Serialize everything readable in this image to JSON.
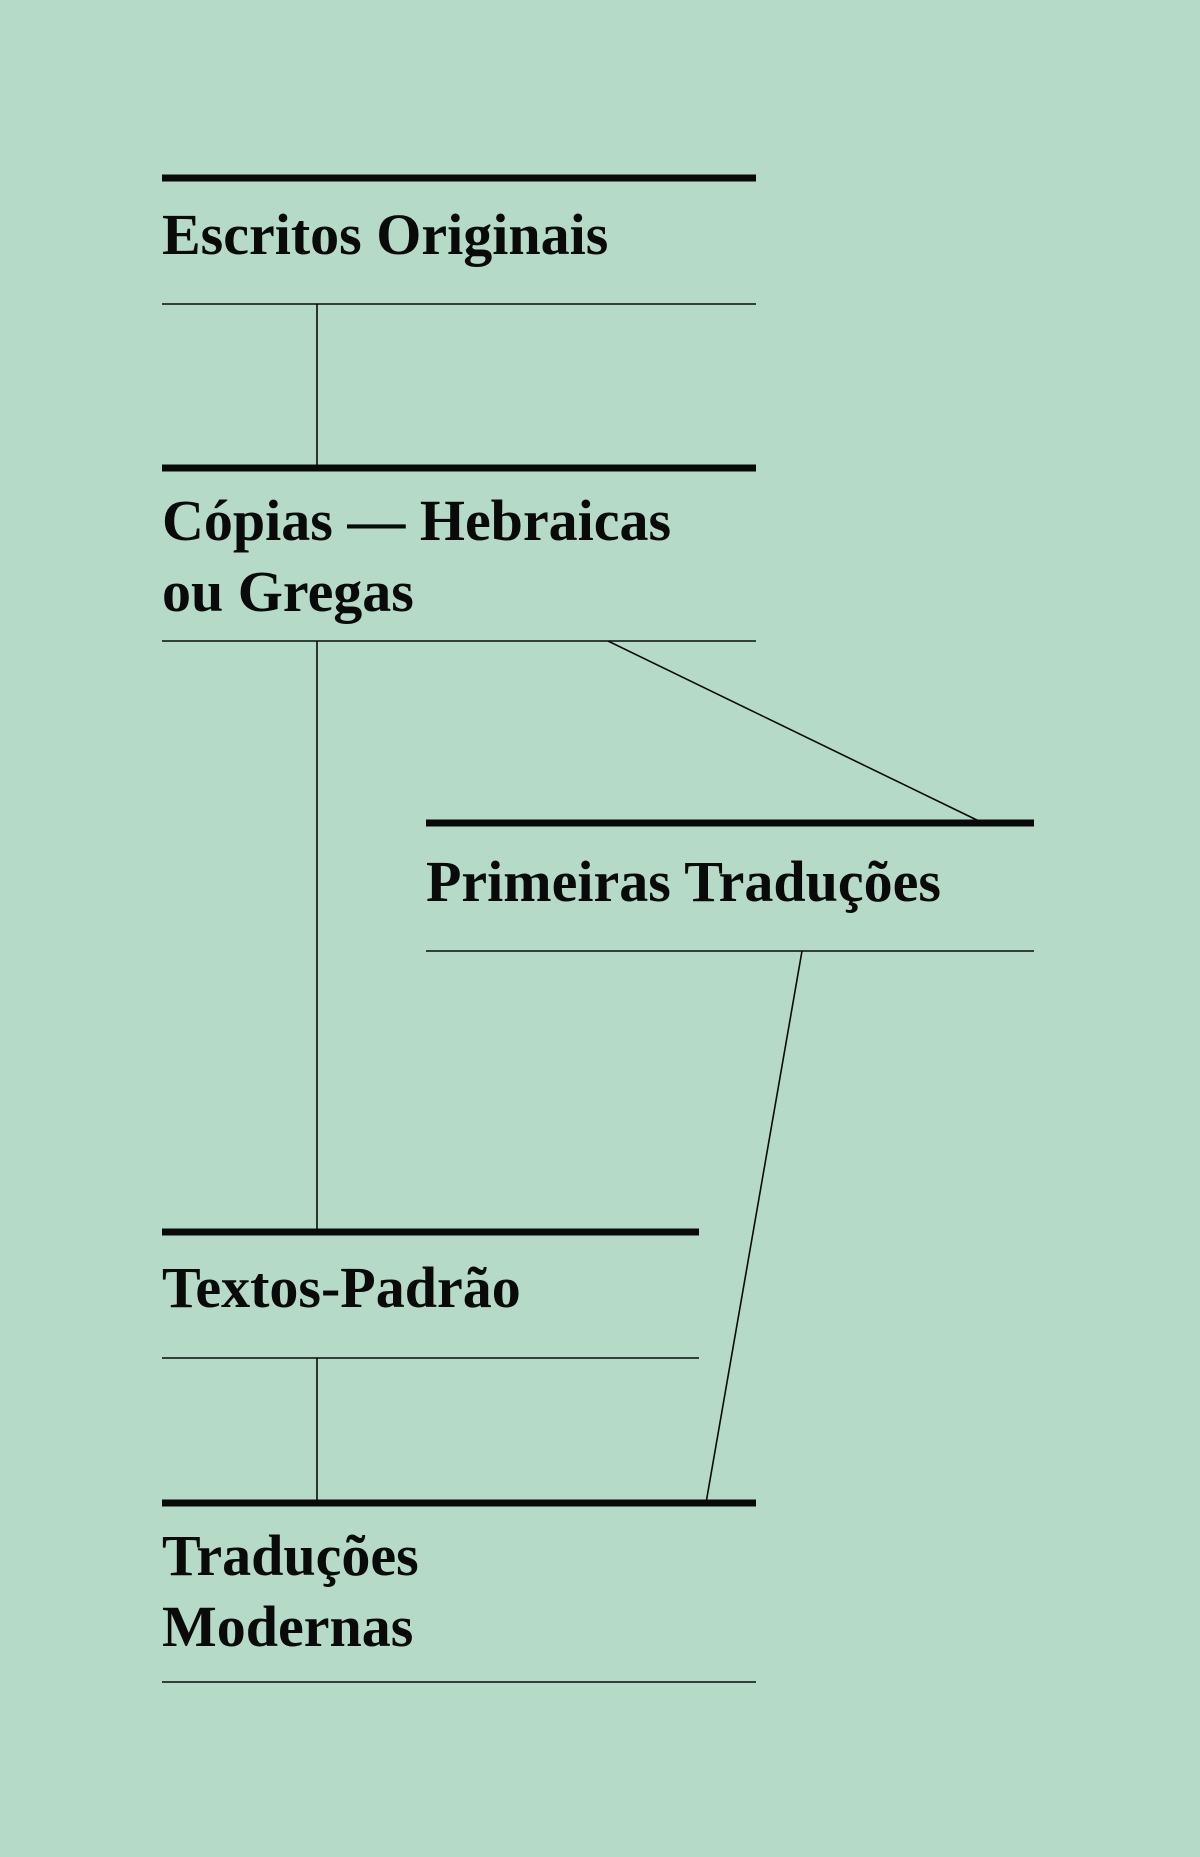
{
  "colors": {
    "background": "#b5dbc8",
    "ink": "#0a0a0a"
  },
  "nodes": [
    {
      "id": "escritos",
      "lines": [
        "Escritos Originais"
      ]
    },
    {
      "id": "copias",
      "lines": [
        "Cópias — Hebraicas",
        "ou Gregas"
      ]
    },
    {
      "id": "primeiras",
      "lines": [
        "Primeiras Traduções"
      ]
    },
    {
      "id": "textos",
      "lines": [
        "Textos-Padrão"
      ]
    },
    {
      "id": "modernas",
      "lines": [
        "Traduções",
        "Modernas"
      ]
    }
  ],
  "edges": [
    {
      "from": "escritos",
      "to": "copias"
    },
    {
      "from": "copias",
      "to": "primeiras"
    },
    {
      "from": "copias",
      "to": "textos"
    },
    {
      "from": "primeiras",
      "to": "modernas"
    },
    {
      "from": "textos",
      "to": "modernas"
    }
  ]
}
